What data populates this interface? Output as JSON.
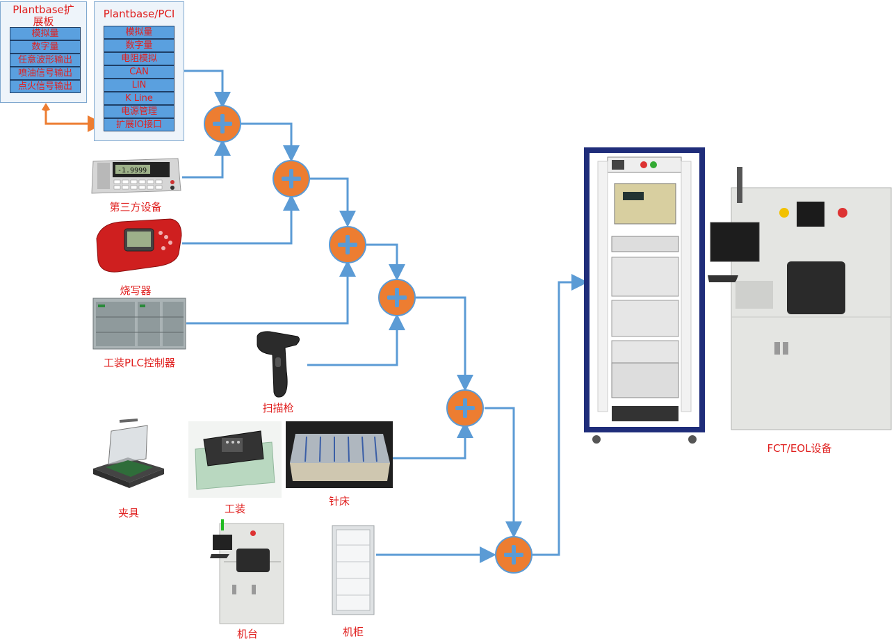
{
  "extension_board": {
    "title": "Plantbase扩展板",
    "items": [
      "模拟量",
      "数字量",
      "任意波形输出",
      "喷油信号输出",
      "点火信号输出"
    ]
  },
  "pci_board": {
    "title": "Plantbase/PCI",
    "items": [
      "模拟量",
      "数字量",
      "电阻模拟",
      "CAN",
      "LIN",
      "K Line",
      "电源管理",
      "扩展IO接口"
    ]
  },
  "devices": {
    "third_party": "第三方设备",
    "burner": "烧写器",
    "plc": "工装PLC控制器",
    "scanner": "扫描枪",
    "fixture": "夹具",
    "tooling": "工装",
    "needle_bed": "针床",
    "machine_station": "机台",
    "cabinet": "机柜",
    "fct_eol": "FCT/EOL设备"
  },
  "colors": {
    "connector": "#5b9bd5",
    "link_arrow": "#ed7d31",
    "node_fill": "#ed7d31",
    "label_text": "#e0201f",
    "cell_fill": "#5aa0df"
  },
  "multimeter_display": "-1.9999"
}
